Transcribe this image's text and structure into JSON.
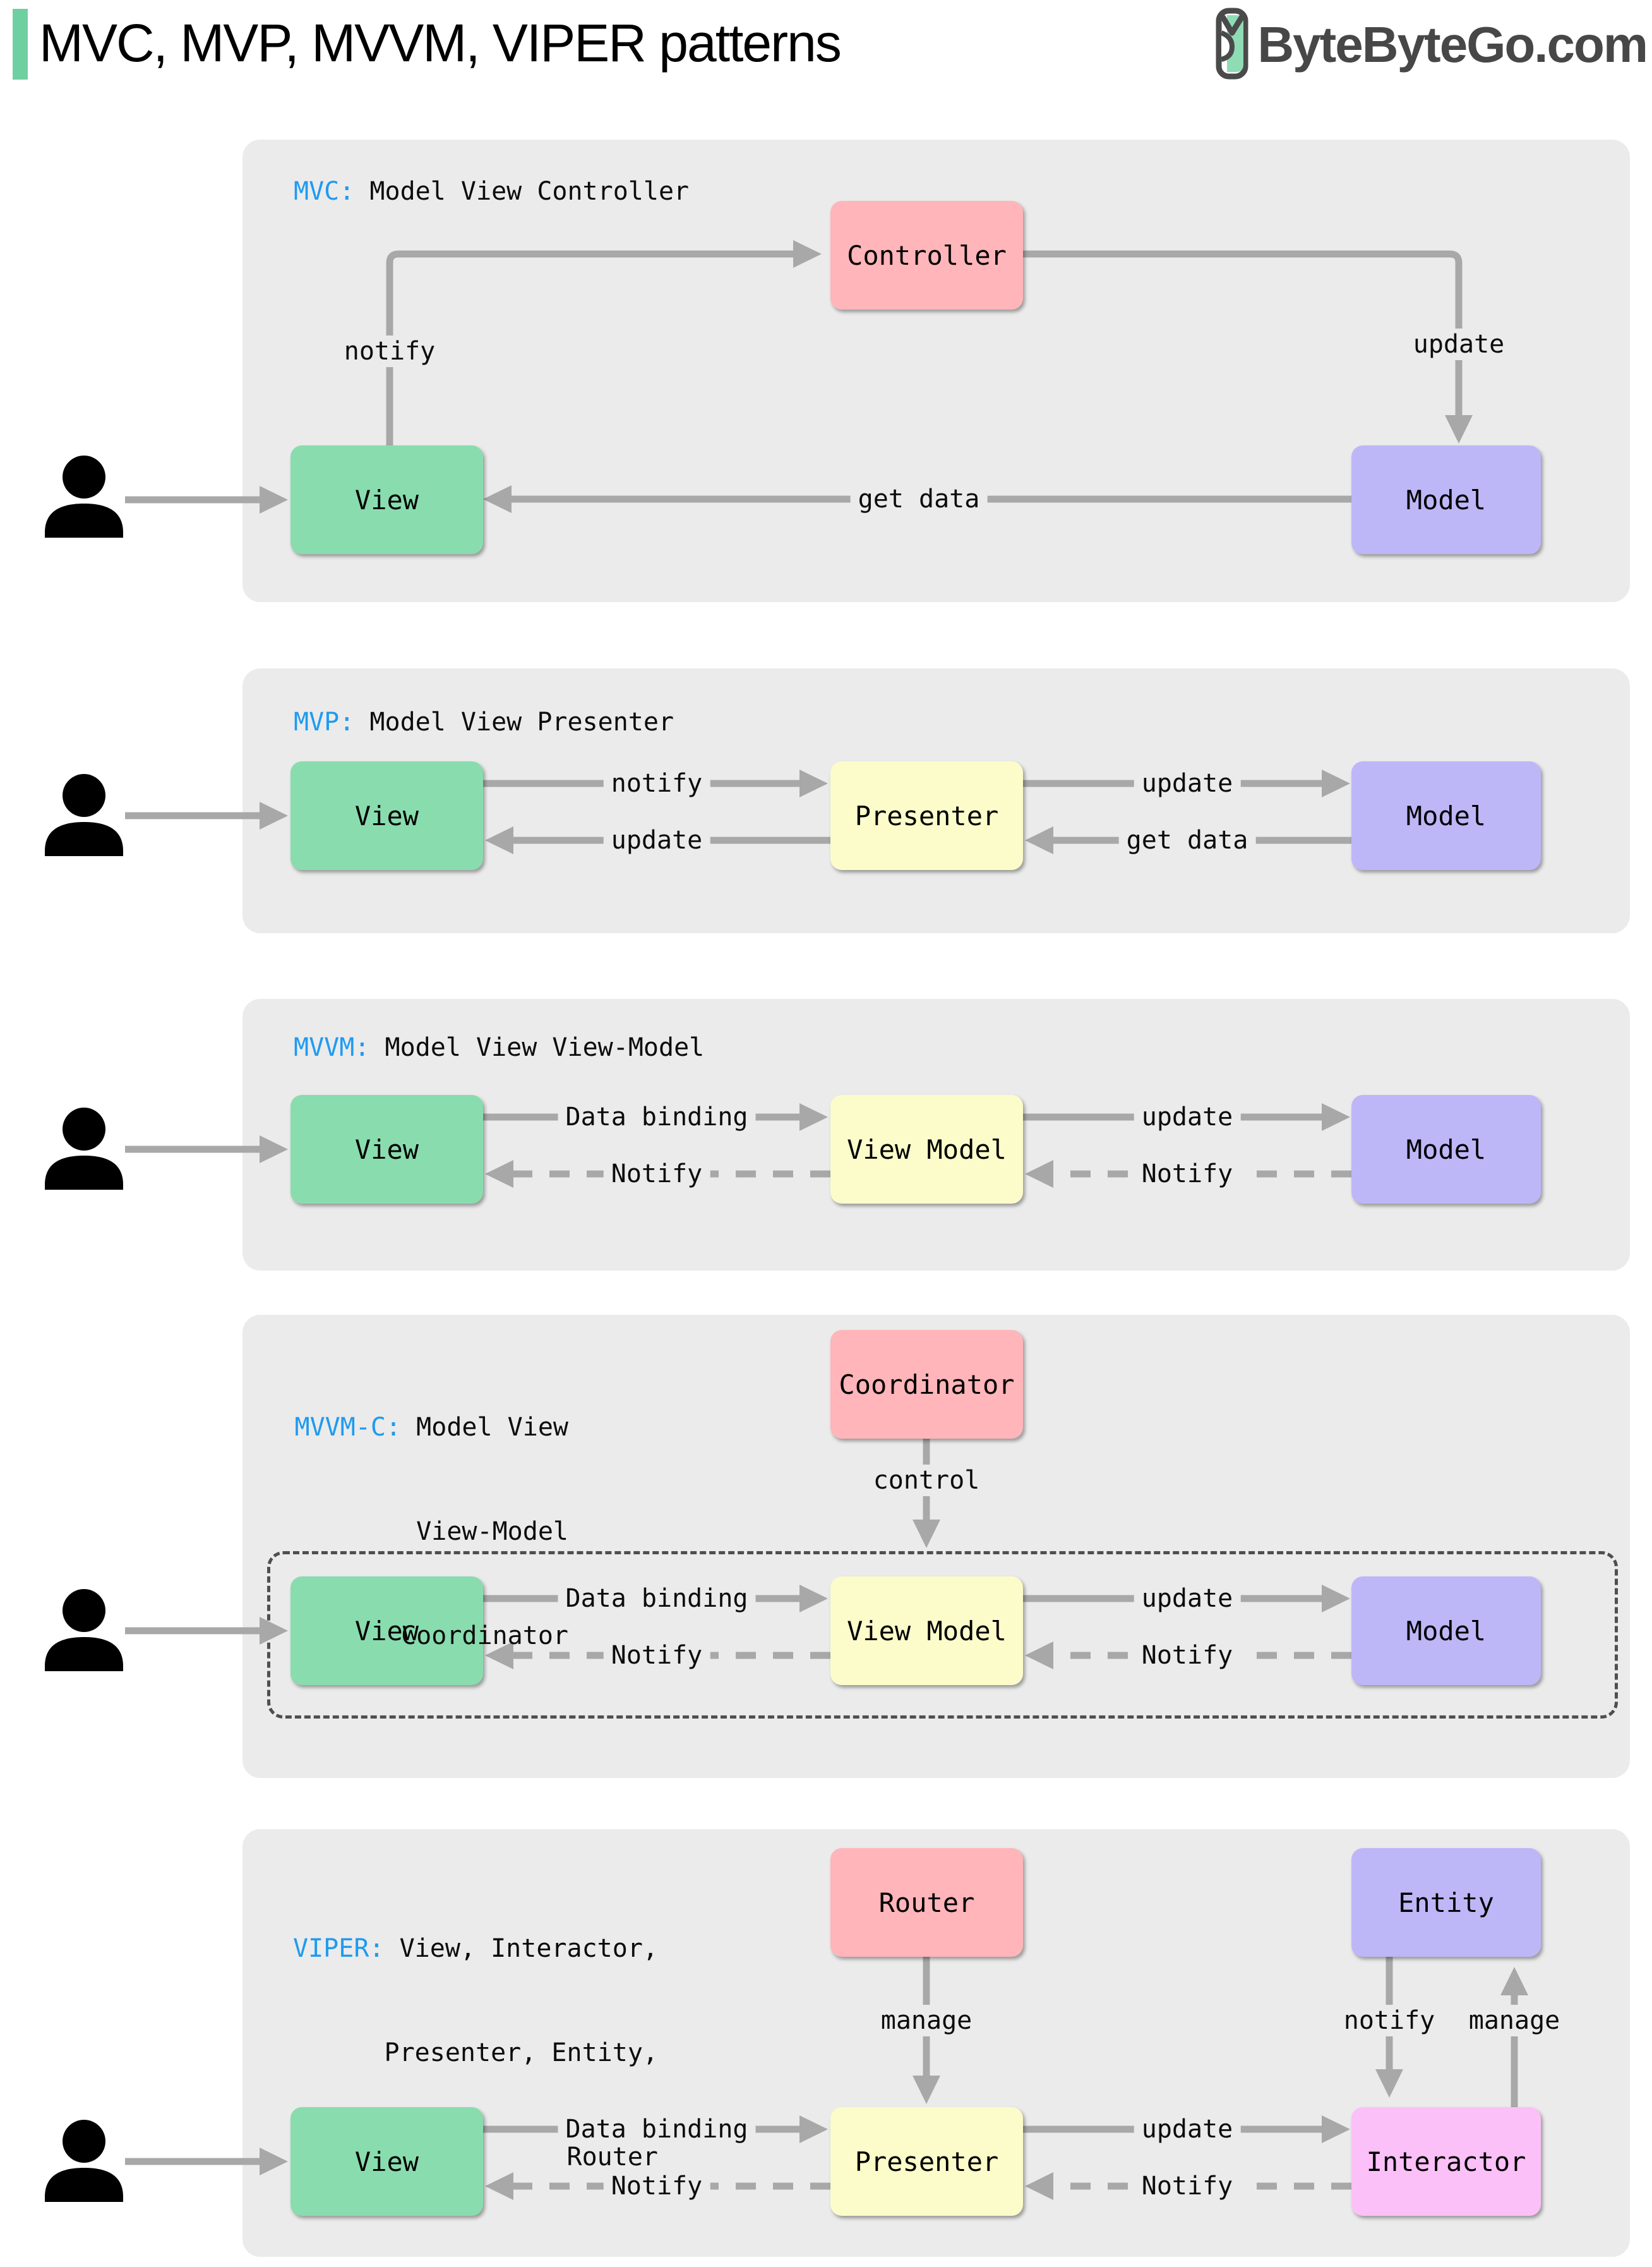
{
  "header": {
    "title": "MVC, MVP, MVVM, VIPER patterns",
    "brand": "ByteByteGo.com"
  },
  "colors": {
    "accent_bar": "#6ed0a0",
    "panel_bg": "#ebebeb",
    "pattern_name_blue": "#1f9bf0",
    "box_green": "#89dcae",
    "box_pink": "#ffb5b9",
    "box_purple": "#bdb7f8",
    "box_yellow": "#fbfcc9",
    "box_magenta": "#fcc0f8",
    "arrow_gray": "#a8a8a8",
    "logo_gray": "#474747"
  },
  "icons": [
    "bytebytego-logo-icon",
    "user-icon"
  ],
  "panels": [
    {
      "key": "mvc",
      "prefix": "MVC:",
      "title": " Model View Controller",
      "boxes": {
        "view": "View",
        "controller": "Controller",
        "model": "Model"
      },
      "edges": {
        "notify": "notify",
        "update": "update",
        "get_data": "get data"
      }
    },
    {
      "key": "mvp",
      "prefix": "MVP:",
      "title": " Model View Presenter",
      "boxes": {
        "view": "View",
        "presenter": "Presenter",
        "model": "Model"
      },
      "edges": {
        "notify": "notify",
        "update_view": "update",
        "update_model": "update",
        "get_data": "get data"
      }
    },
    {
      "key": "mvvm",
      "prefix": "MVVM:",
      "title": " Model View View-Model",
      "boxes": {
        "view": "View",
        "view_model": "View Model",
        "model": "Model"
      },
      "edges": {
        "data_binding": "Data binding",
        "notify_view": "Notify",
        "update": "update",
        "notify_view_model": "Notify"
      }
    },
    {
      "key": "mvvm-c",
      "prefix": "MVVM-C:",
      "title_lines": [
        " Model View",
        "View-Model",
        "Coordinator"
      ],
      "boxes": {
        "coordinator": "Coordinator",
        "view": "View",
        "view_model": "View Model",
        "model": "Model"
      },
      "edges": {
        "control": "control",
        "data_binding": "Data binding",
        "notify_view": "Notify",
        "update": "update",
        "notify_view_model": "Notify"
      }
    },
    {
      "key": "viper",
      "prefix": "VIPER:",
      "title_lines": [
        " View, Interactor,",
        "Presenter, Entity,",
        "Router"
      ],
      "boxes": {
        "router": "Router",
        "entity": "Entity",
        "view": "View",
        "presenter": "Presenter",
        "interactor": "Interactor"
      },
      "edges": {
        "manage_presenter": "manage",
        "data_binding": "Data binding",
        "notify_view": "Notify",
        "update": "update",
        "notify_presenter": "Notify",
        "notify_entity": "notify",
        "manage_entity": "manage"
      }
    }
  ]
}
